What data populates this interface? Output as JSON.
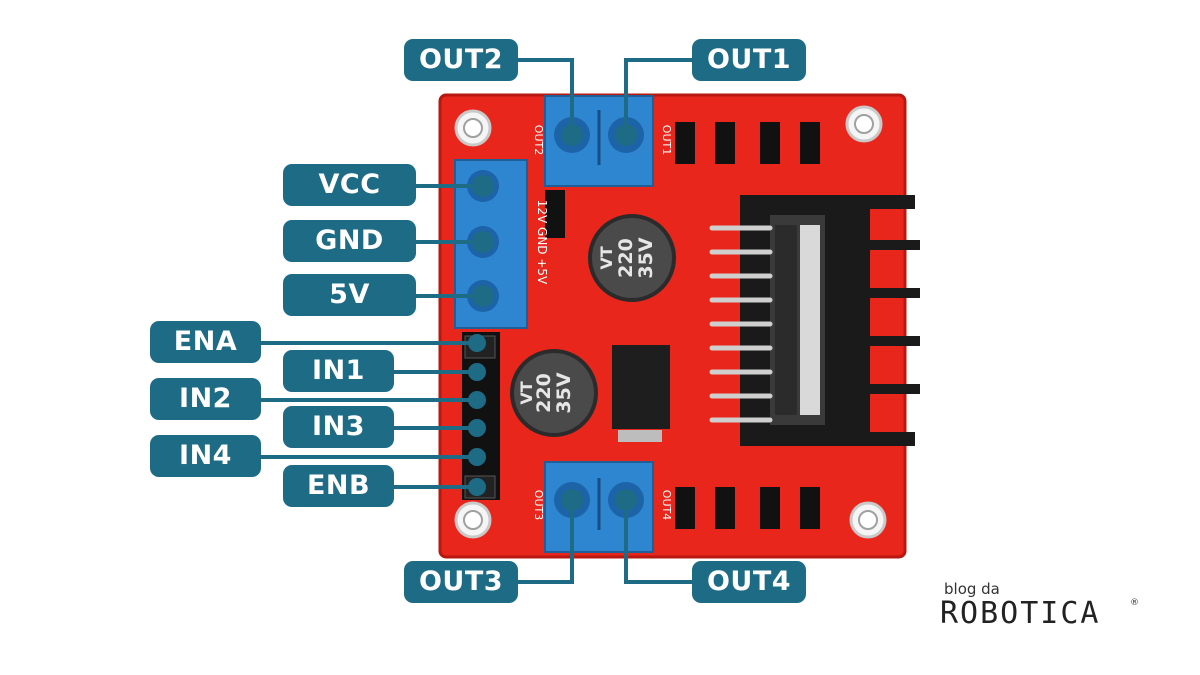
{
  "pins": {
    "out2": "OUT2",
    "out1": "OUT1",
    "vcc": "VCC",
    "gnd": "GND",
    "v5": "5V",
    "ena": "ENA",
    "in1": "IN1",
    "in2": "IN2",
    "in3": "IN3",
    "in4": "IN4",
    "enb": "ENB",
    "out3": "OUT3",
    "out4": "OUT4"
  },
  "board": {
    "cap1_value": "220",
    "cap1_voltage": "35V",
    "cap1_series": "VT",
    "cap2_value": "220",
    "cap2_voltage": "35V",
    "cap2_series": "VT",
    "silk_out1": "OUT1",
    "silk_out2": "OUT2",
    "silk_out3": "OUT3",
    "silk_out4": "OUT4",
    "silk_power": "12V GND +5V"
  },
  "logo": {
    "top": "blog da",
    "main": "ROBOTICA",
    "mark": "®"
  },
  "colors": {
    "label_bg": "#1e6b86",
    "board_red": "#e8261c",
    "terminal_blue": "#2e86d1",
    "heatsink": "#1a1a1a"
  }
}
